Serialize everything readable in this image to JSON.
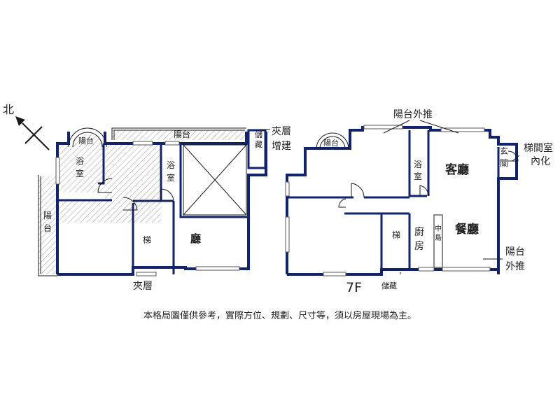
{
  "compass": {
    "north_label": "北"
  },
  "mezzanine": {
    "balcony_round": "陽台",
    "balcony_top": "陽台",
    "bath_left": "浴室",
    "bath_right": "浴室",
    "balcony_left": "陽台",
    "stairs": "梯",
    "hall": "廳",
    "floor_label": "夾層",
    "callout_storage_addition": {
      "line1": "夾層",
      "line2": "增建"
    },
    "storage": "儲藏"
  },
  "seventh_floor": {
    "balcony_round": "陽台",
    "balcony_extended_top": "陽台外推",
    "bath": "浴室",
    "living_room": "客廳",
    "entrance": "玄關",
    "stair_room": {
      "line1": "梯間室",
      "line2": "內化"
    },
    "stairs": "梯",
    "kitchen": "廚房",
    "island": "中島",
    "dining_room": "餐廳",
    "balcony_extended_right": {
      "line1": "陽台",
      "line2": "外推"
    },
    "floor_label": "7F",
    "storage": "儲藏"
  },
  "disclaimer": "本格局圖僅供參考，實際方位、規劃、尺寸等，須以房屋現場為主。",
  "colors": {
    "wall": "#12236b",
    "hatch": "#9a9a9a",
    "text": "#222222"
  }
}
